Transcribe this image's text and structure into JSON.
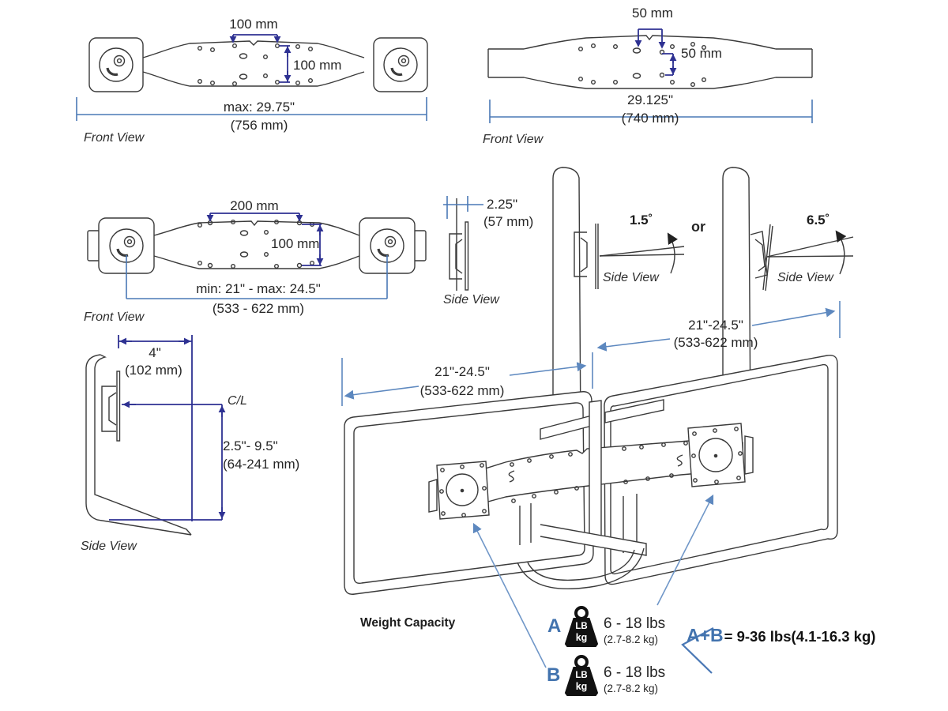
{
  "views": {
    "front_max": {
      "label": "Front View",
      "dim_vesa_h": "100 mm",
      "dim_vesa_v": "100 mm",
      "dim_width": "max: 29.75\"",
      "dim_width_mm": "(756 mm)"
    },
    "front_740": {
      "label": "Front View",
      "dim_slot_h": "50 mm",
      "dim_slot_v": "50 mm",
      "dim_width": "29.125\"",
      "dim_width_mm": "(740 mm)"
    },
    "front_minmax": {
      "label": "Front View",
      "dim_vesa_h": "200 mm",
      "dim_vesa_v": "100 mm",
      "dim_range": "min: 21\" - max: 24.5\"",
      "dim_range_mm": "(533 - 622 mm)"
    },
    "side_depth": {
      "label": "Side View",
      "dim_depth": "2.25\"",
      "dim_depth_mm": "(57 mm)"
    },
    "side_tilt_a": {
      "label": "Side View",
      "angle": "1.5˚"
    },
    "tilt_or": "or",
    "side_tilt_b": {
      "label": "Side View",
      "angle": "6.5˚"
    },
    "side_height": {
      "label": "Side View",
      "dim_top": "4\"",
      "dim_top_mm": "(102 mm)",
      "centerline": "C/L",
      "dim_range": "2.5\"- 9.5\"",
      "dim_range_mm": "(64-241 mm)"
    },
    "iso": {
      "dim_left": "21\"-24.5\"",
      "dim_left_mm": "(533-622 mm)",
      "dim_right": "21\"-24.5\"",
      "dim_right_mm": "(533-622 mm)"
    }
  },
  "weight_capacity": {
    "title": "Weight Capacity",
    "items": [
      {
        "id": "A",
        "lbs": "6 - 18 lbs",
        "kg": "(2.7-8.2 kg)",
        "icon_lb": "LB",
        "icon_kg": "kg"
      },
      {
        "id": "B",
        "lbs": "6 - 18 lbs",
        "kg": "(2.7-8.2 kg)",
        "icon_lb": "LB",
        "icon_kg": "kg"
      }
    ],
    "combined_label": "A+B",
    "combined_value": "= 9-36 lbs(4.1-16.3 kg)"
  },
  "colors": {
    "line_art": "#3a3a3a",
    "navy_dim": "#2e3192",
    "blue_dim": "#4a78b5",
    "light_blue_leader": "#7097c8",
    "accent_letter": "#4273ae"
  }
}
